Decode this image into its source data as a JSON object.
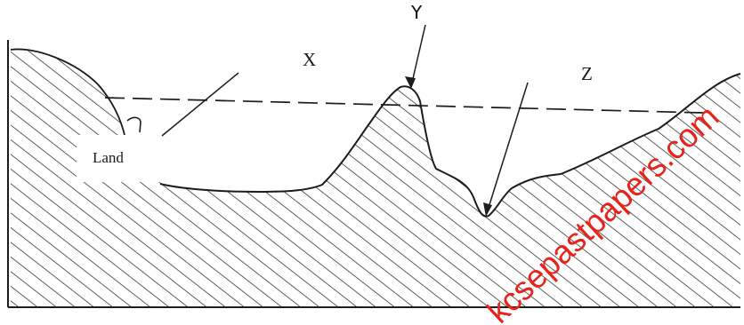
{
  "diagram": {
    "labels": {
      "y": "Y",
      "x": "X",
      "z": "Z",
      "land": "Land"
    }
  },
  "watermark": {
    "text": "kcsepastpapers.com",
    "color": "#e8231c"
  }
}
